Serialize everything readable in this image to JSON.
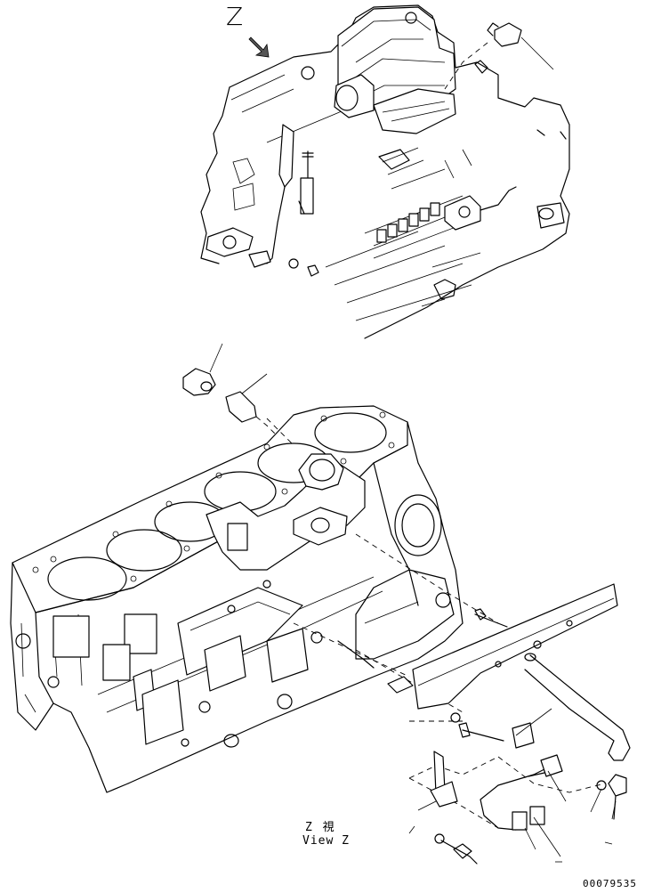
{
  "drawing": {
    "view_letter": "Z",
    "view_caption_jp": "Z 視",
    "view_caption_en": "View Z",
    "drawing_number": "00079535"
  }
}
